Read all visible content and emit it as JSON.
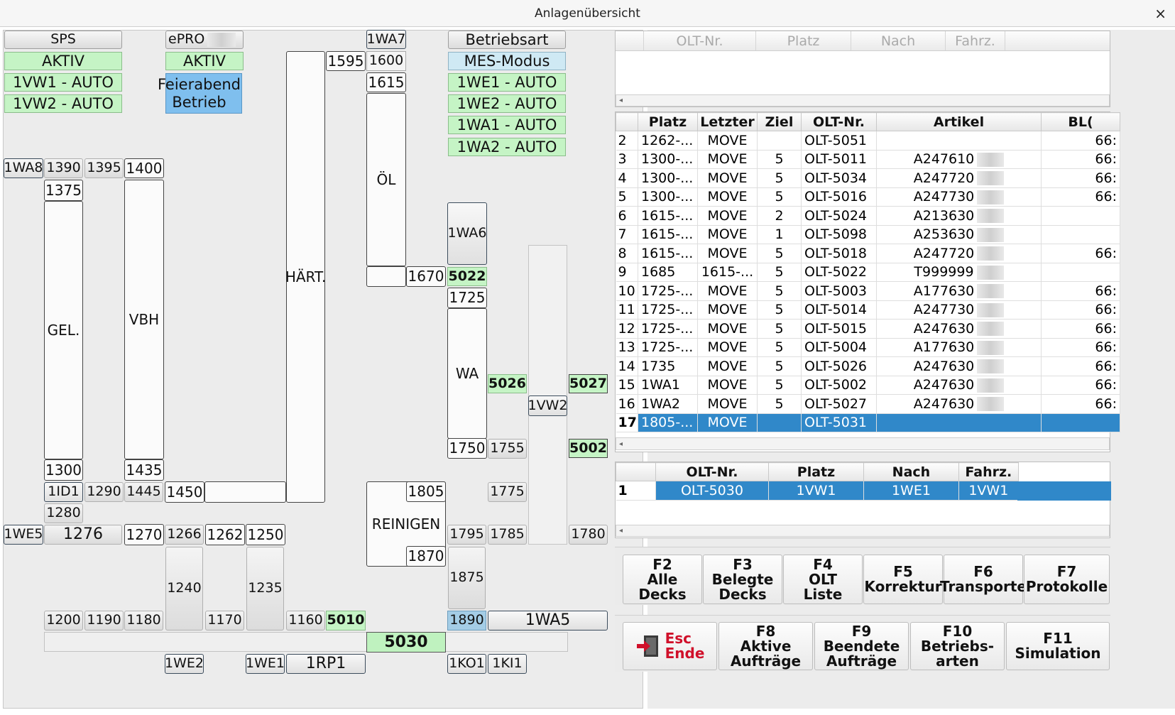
{
  "window": {
    "title": "Anlagenübersicht",
    "close": "×"
  },
  "plant": {
    "sps": "SPS",
    "sps_status": "AKTIV",
    "vw1": "1VW1 - AUTO",
    "vw2": "1VW2 - AUTO",
    "epro": "ePRO",
    "epro_status": "AKTIV",
    "feierabend": "Feierabend\nBetrieb",
    "betriebsart": "Betriebsart",
    "mes_modus": "MES-Modus",
    "we1": "1WE1 - AUTO",
    "we2": "1WE2 - AUTO",
    "wa1": "1WA1 - AUTO",
    "wa2": "1WA2 - AUTO",
    "stations": {
      "s1595": "1595",
      "s1600": "1600",
      "s1615": "1615",
      "s1670": "1670",
      "s1WA7": "1WA7",
      "s1WA8": "1WA8",
      "s1390": "1390",
      "s1395": "1395",
      "s1400": "1400",
      "s1375": "1375",
      "s1300": "1300",
      "s1435": "1435",
      "s1ID1": "1ID1",
      "s1290": "1290",
      "s1445": "1445",
      "s1450": "1450",
      "s1280": "1280",
      "s1WE5": "1WE5",
      "s1276": "1276",
      "s1270": "1270",
      "s1266": "1266",
      "s1262": "1262",
      "s1250": "1250",
      "s1240": "1240",
      "s1235": "1235",
      "s1200": "1200",
      "s1190": "1190",
      "s1180": "1180",
      "s1170": "1170",
      "s1160": "1160",
      "s5010": "5010",
      "s5030": "5030",
      "s1WE2": "1WE2",
      "s1WE1": "1WE1",
      "s1RP1": "1RP1",
      "s1805": "1805",
      "s1870": "1870",
      "s1875": "1875",
      "s1890": "1890",
      "s1KO1": "1KO1",
      "s1KI1": "1KI1",
      "s1WA5": "1WA5",
      "s1WA6": "1WA6",
      "s5022": "5022",
      "s1725": "1725",
      "s1750": "1750",
      "s5026": "5026",
      "s1755": "1755",
      "s1775": "1775",
      "s1795": "1795",
      "s1785": "1785",
      "s1VW2": "1VW2",
      "s5027": "5027",
      "s5002": "5002",
      "s1780": "1780"
    },
    "areas": {
      "oel": "ÖL",
      "haert": "HÄRT.",
      "gel": "GEL.",
      "vbh": "VBH",
      "wa": "WA",
      "reinigen": "REINIGEN"
    }
  },
  "transport_table": {
    "headers": [
      "OLT-Nr.",
      "Platz",
      "Nach",
      "Fahrz."
    ]
  },
  "decks_table": {
    "headers": [
      "",
      "Platz",
      "Letzter",
      "Ziel",
      "OLT-Nr.",
      "Artikel",
      "BL("
    ],
    "rows": [
      [
        "2",
        "1262-...",
        "MOVE",
        "",
        "OLT-5051",
        "",
        "66:"
      ],
      [
        "3",
        "1300-...",
        "MOVE",
        "5",
        "OLT-5011",
        "A247610",
        "66:"
      ],
      [
        "4",
        "1300-...",
        "MOVE",
        "5",
        "OLT-5034",
        "A247720",
        "66:"
      ],
      [
        "5",
        "1300-...",
        "MOVE",
        "5",
        "OLT-5016",
        "A247730",
        "66:"
      ],
      [
        "6",
        "1615-...",
        "MOVE",
        "2",
        "OLT-5024",
        "A213630",
        ""
      ],
      [
        "7",
        "1615-...",
        "MOVE",
        "1",
        "OLT-5098",
        "A253630",
        ""
      ],
      [
        "8",
        "1615-...",
        "MOVE",
        "5",
        "OLT-5018",
        "A247720",
        "66:"
      ],
      [
        "9",
        "1685",
        "1615-...",
        "5",
        "OLT-5022",
        "T999999",
        ""
      ],
      [
        "10",
        "1725-...",
        "MOVE",
        "5",
        "OLT-5003",
        "A177630",
        "66:"
      ],
      [
        "11",
        "1725-...",
        "MOVE",
        "5",
        "OLT-5014",
        "A247730",
        "66:"
      ],
      [
        "12",
        "1725-...",
        "MOVE",
        "5",
        "OLT-5015",
        "A247630",
        "66:"
      ],
      [
        "13",
        "1725-...",
        "MOVE",
        "5",
        "OLT-5004",
        "A177630",
        "66:"
      ],
      [
        "14",
        "1735",
        "MOVE",
        "5",
        "OLT-5026",
        "A247630",
        "66:"
      ],
      [
        "15",
        "1WA1",
        "MOVE",
        "5",
        "OLT-5002",
        "A247630",
        "66:"
      ],
      [
        "16",
        "1WA2",
        "MOVE",
        "5",
        "OLT-5027",
        "A247630",
        "66:"
      ],
      [
        "17",
        "1805-...",
        "MOVE",
        "",
        "OLT-5031",
        "",
        ""
      ]
    ]
  },
  "orders_table": {
    "headers": [
      "",
      "OLT-Nr.",
      "Platz",
      "Nach",
      "Fahrz."
    ],
    "rows": [
      [
        "1",
        "OLT-5030",
        "1VW1",
        "1WE1",
        "1VW1"
      ]
    ]
  },
  "fkeys": {
    "f2": [
      "F2",
      "Alle",
      "Decks"
    ],
    "f3": [
      "F3",
      "Belegte",
      "Decks"
    ],
    "f4": [
      "F4",
      "OLT",
      "Liste"
    ],
    "f5": [
      "F5",
      "Korrektur"
    ],
    "f6": [
      "F6",
      "Transporte"
    ],
    "f7": [
      "F7",
      "Protokolle"
    ],
    "esc": [
      "Esc",
      "Ende"
    ],
    "f8": [
      "F8",
      "Aktive",
      "Aufträge"
    ],
    "f9": [
      "F9",
      "Beendete",
      "Aufträge"
    ],
    "f10": [
      "F10",
      "Betriebs-",
      "arten"
    ],
    "f11": [
      "F11",
      "Simulation"
    ]
  },
  "colors": {
    "status_green": "#c5f4c5",
    "selection_blue": "#3088c9",
    "esc_red": "#d0102a"
  }
}
